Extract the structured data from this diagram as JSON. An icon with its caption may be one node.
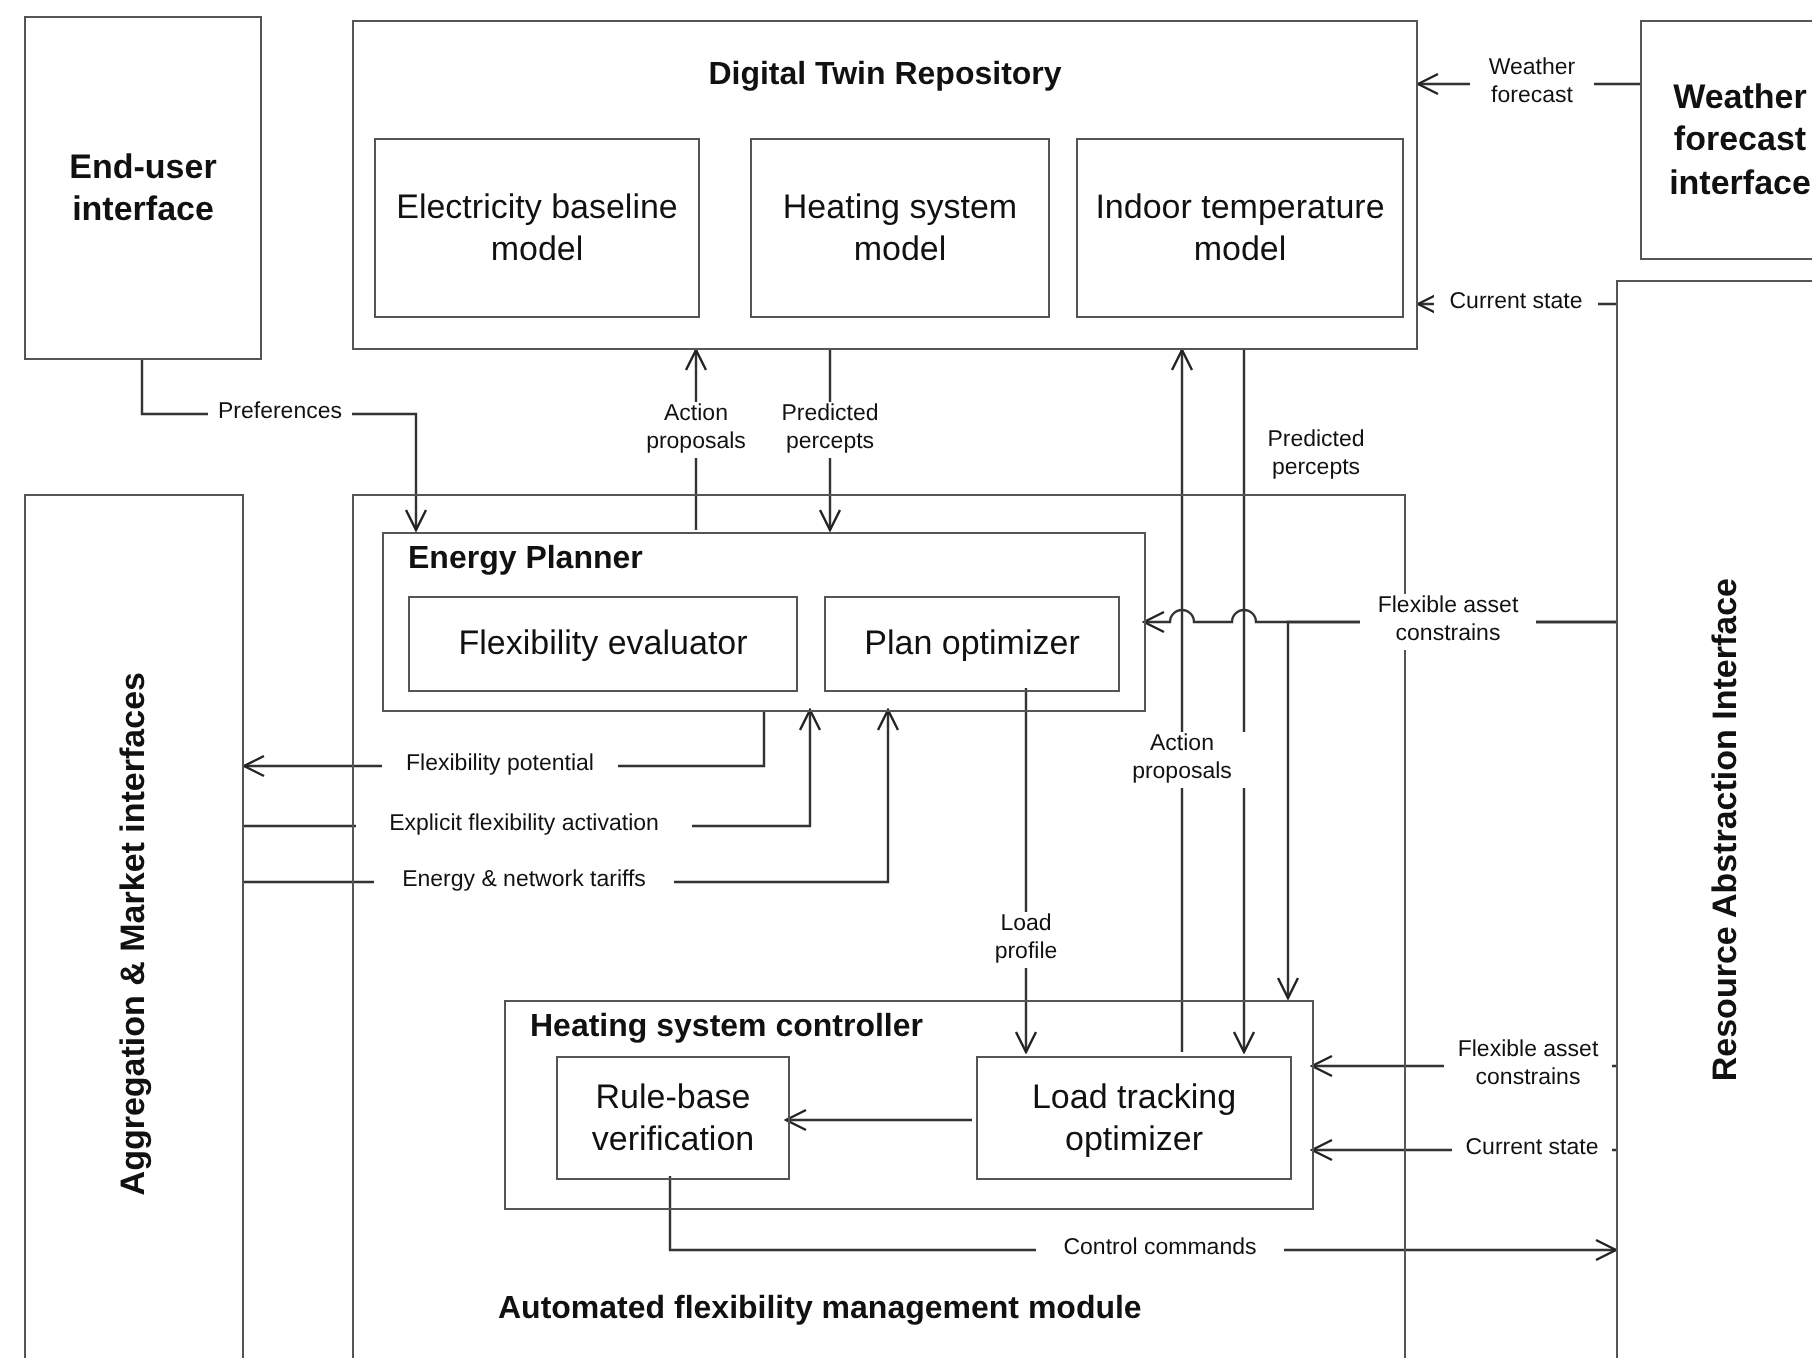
{
  "diagram": {
    "nodes": [
      {
        "text": [
          "Digital Twin Repository"
        ]
      },
      {
        "text": [
          "Electricity baseline model"
        ],
        "in": 0
      },
      {
        "text": [
          "Heating system model"
        ],
        "in": 0
      },
      {
        "text": [
          "Indoor temperature model"
        ],
        "in": 0
      },
      {
        "text": [
          "End-user interface"
        ]
      },
      {
        "text": [
          "Weather forecast interface"
        ]
      },
      {
        "text": [
          "Aggregation & Market interfaces"
        ]
      },
      {
        "text": [
          "Resource Abstraction Interface"
        ]
      },
      {
        "text": [
          "Automated flexibility management module"
        ]
      },
      {
        "text": [
          "Energy Planner"
        ],
        "in": 8
      },
      {
        "text": [
          "Flexibility  evaluator"
        ],
        "in": 9
      },
      {
        "text": [
          "Plan optimizer"
        ],
        "in": 9
      },
      {
        "text": [
          "Heating system controller"
        ],
        "in": 8
      },
      {
        "text": [
          "Rule-base verification"
        ],
        "in": 12
      },
      {
        "text": [
          "Load tracking optimizer"
        ],
        "in": 12
      }
    ],
    "edges": [
      {
        "from": 5,
        "to": 0,
        "arrow": "to",
        "label": "Weather forecast"
      },
      {
        "from": 7,
        "to": 0,
        "arrow": "to",
        "label": "Current state"
      },
      {
        "from": 4,
        "to": 9,
        "arrow": "to",
        "label": "Preferences"
      },
      {
        "from": 9,
        "to": 0,
        "arrow": "to",
        "label": "Action proposals"
      },
      {
        "from": 0,
        "to": 9,
        "arrow": "to",
        "label": "Predicted percepts"
      },
      {
        "from": 0,
        "to": 14,
        "arrow": "to",
        "label": "Predicted percepts"
      },
      {
        "from": 7,
        "to": 9,
        "arrow": "to",
        "label": "Flexible asset constrains"
      },
      {
        "from": 7,
        "to": 12,
        "arrow": "to"
      },
      {
        "from": 9,
        "to": 6,
        "arrow": "to",
        "label": "Flexibility potential"
      },
      {
        "from": 6,
        "to": 9,
        "arrow": "to",
        "label": "Explicit flexibility activation"
      },
      {
        "from": 6,
        "to": 9,
        "arrow": "to",
        "label": "Energy & network tariffs"
      },
      {
        "from": 11,
        "to": 14,
        "arrow": "to",
        "label": "Load profile"
      },
      {
        "from": 14,
        "to": 0,
        "arrow": "to",
        "label": "Action proposals"
      },
      {
        "from": 7,
        "to": 12,
        "arrow": "to",
        "label": "Flexible asset constrains"
      },
      {
        "from": 7,
        "to": 12,
        "arrow": "to",
        "label": "Current state"
      },
      {
        "from": 14,
        "to": 13,
        "arrow": "to"
      },
      {
        "from": 13,
        "to": 7,
        "arrow": "to",
        "label": "Control commands"
      }
    ]
  }
}
